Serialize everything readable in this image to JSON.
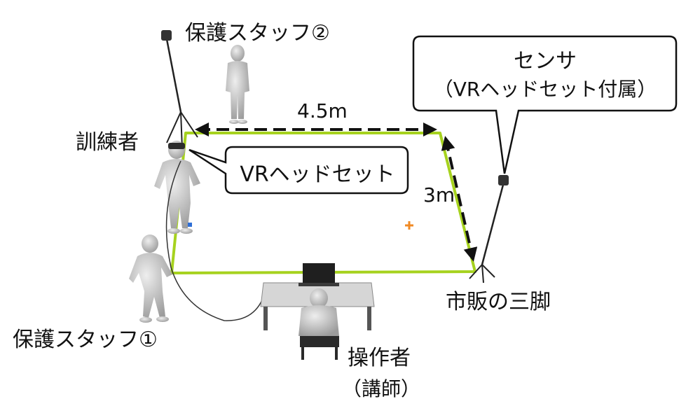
{
  "labels": {
    "staff2": "保護スタッフ②",
    "trainee": "訓練者",
    "staff1": "保護スタッフ①",
    "operator": "操作者",
    "operator_sub": "（講師）",
    "tripod": "市販の三脚",
    "width_dim": "4.5m",
    "depth_dim": "3m"
  },
  "callouts": {
    "headset": "VRヘッドセット",
    "sensor_line1": "センサ",
    "sensor_line2": "（VRヘッドセット付属）"
  },
  "colors": {
    "boundary": "#a6d21e",
    "arrow": "#111111",
    "figure": "#bdbdbd",
    "marker": "#f08a24"
  }
}
